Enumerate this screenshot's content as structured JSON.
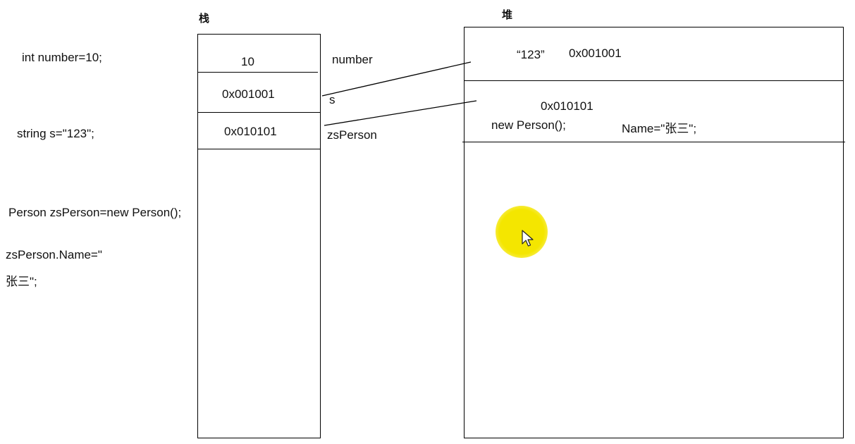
{
  "code_lines": {
    "line1": "int number=10;",
    "line2": "string s=\"123\";",
    "line3": "Person zsPerson=new Person();",
    "line4a": "zsPerson.Name=\"",
    "line4b": "张三\";"
  },
  "stack": {
    "title": "栈",
    "cells": [
      "10",
      "0x001001",
      "0x010101"
    ],
    "var_labels": [
      "number",
      "s",
      "zsPerson"
    ]
  },
  "heap": {
    "title": "堆",
    "string_object": {
      "value": "“123”",
      "address": "0x001001"
    },
    "person_object": {
      "address": "0x010101",
      "constructor": "new Person();",
      "field": "Name=\"张三\";"
    }
  },
  "colors": {
    "line": "#000000",
    "cursor_highlight": "#f4e600"
  },
  "icons": [
    "mouse-pointer-icon"
  ]
}
